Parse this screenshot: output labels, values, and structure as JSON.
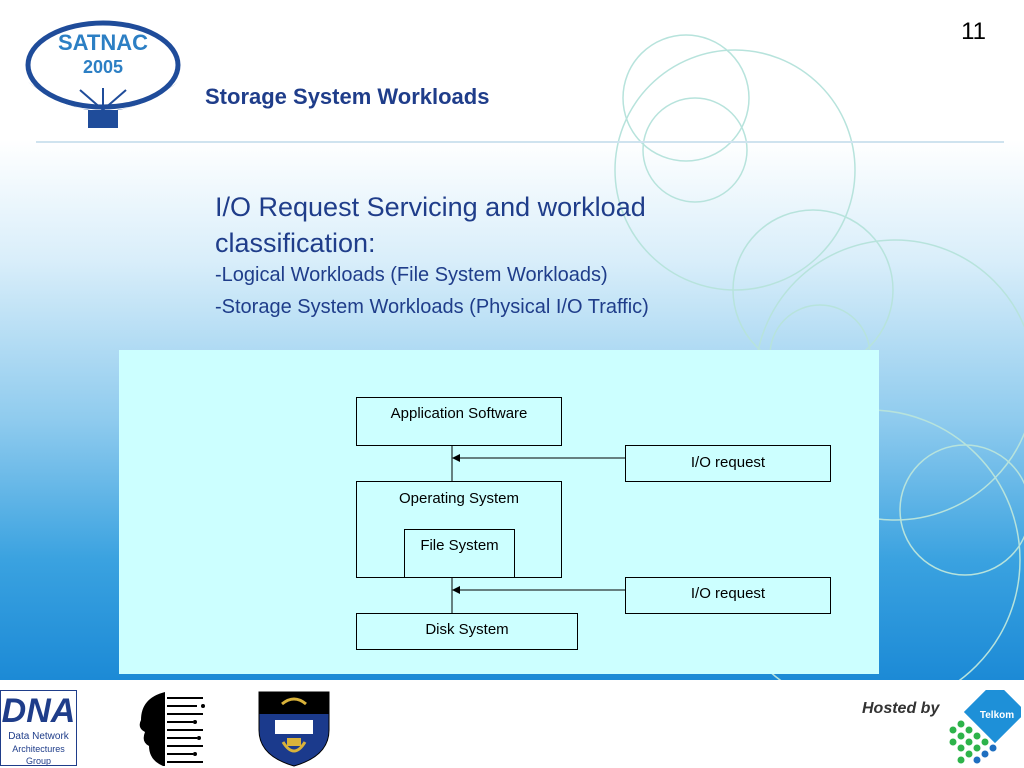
{
  "header": {
    "slide_number": "11",
    "title": "Storage System Workloads",
    "logo_line1": "SATNAC",
    "logo_line2": "2005"
  },
  "content": {
    "heading": "I/O Request Servicing and workload classification:",
    "bullets": [
      "-Logical Workloads (File System Workloads)",
      "-Storage System Workloads (Physical I/O Traffic)"
    ]
  },
  "diagram": {
    "application_software": "Application Software",
    "io_request_top": "I/O request",
    "operating_system": "Operating System",
    "file_system": "File System",
    "io_request_bottom": "I/O request",
    "disk_system": "Disk System"
  },
  "footer": {
    "dna_logo_text": "DNA",
    "dna_line1": "Data Network",
    "dna_line2": "Architectures Group",
    "hosted_by": "Hosted by",
    "telkom_text": "Telkom"
  },
  "colors": {
    "title": "#1f3d8a",
    "panel": "#ccffff",
    "background_bottom": "#1c8ad6"
  }
}
